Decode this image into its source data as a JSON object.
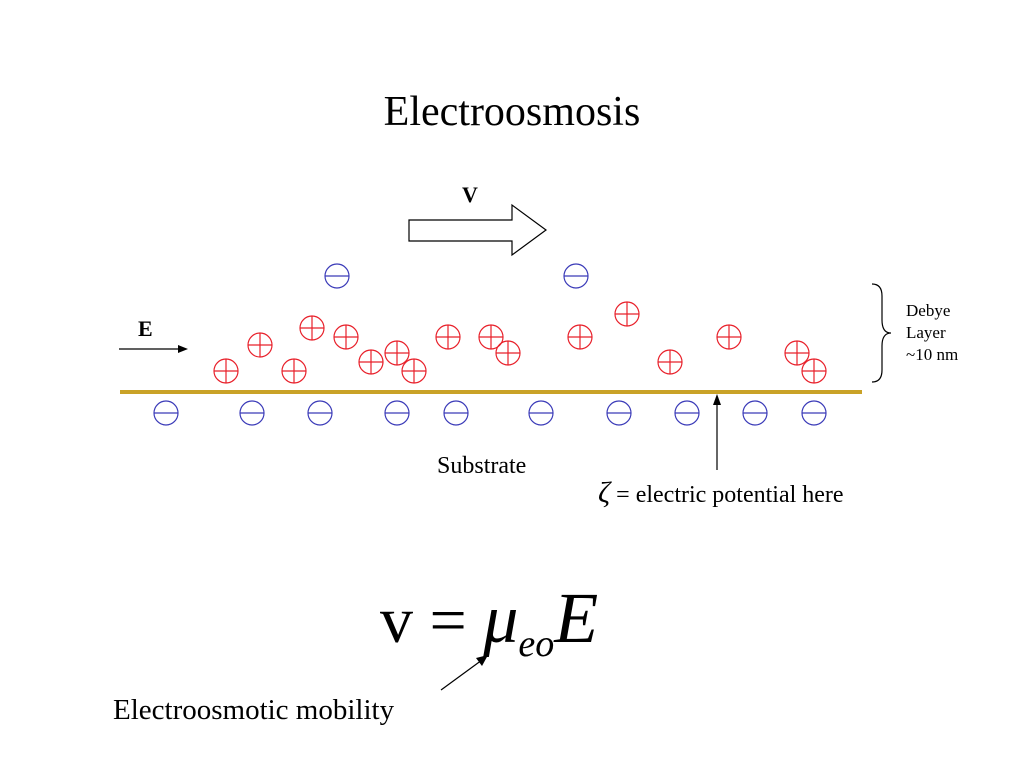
{
  "title": "Electroosmosis",
  "labels": {
    "velocity": "V",
    "field": "E",
    "debye_line1": "Debye",
    "debye_line2": "Layer",
    "debye_line3": "~10 nm",
    "substrate": "Substrate",
    "zeta_symbol": "ζ",
    "zeta_text": "=  electric potential here",
    "mobility": "Electroosmotic mobility"
  },
  "equation": {
    "lhs": "v",
    "equals": "=",
    "mu": "μ",
    "subscript": "eo",
    "rhs": "E"
  },
  "colors": {
    "positive_ion": "#e8202a",
    "negative_ion": "#3a3ab8",
    "substrate": "#c9a227",
    "ink": "#000000"
  }
}
